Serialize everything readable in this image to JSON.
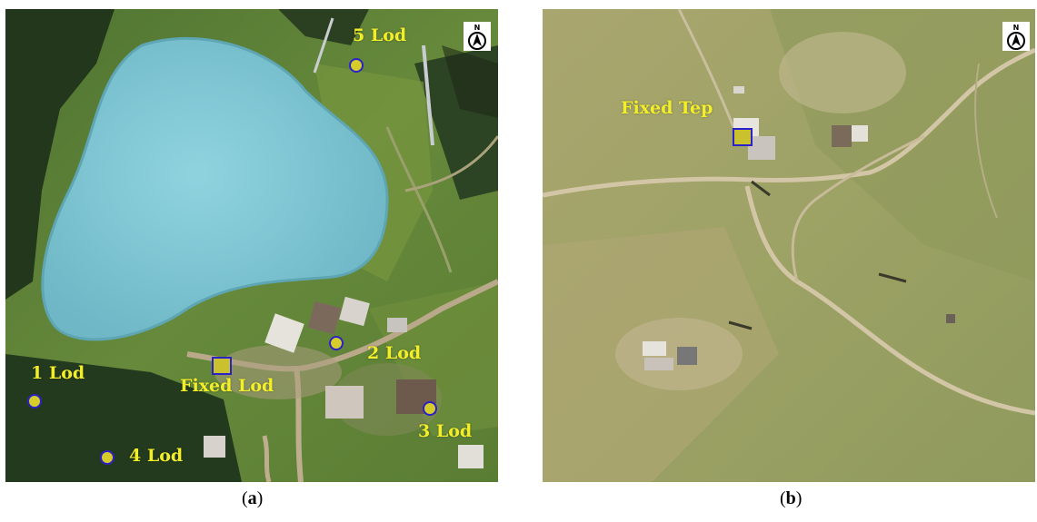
{
  "panels": [
    {
      "caption": {
        "open": "(",
        "letter": "a",
        "close": ")"
      },
      "markers": [
        {
          "label": "5 Lod"
        },
        {
          "label": "2 Lod"
        },
        {
          "label": "Fixed Lod"
        },
        {
          "label": "1 Lod"
        },
        {
          "label": "3 Lod"
        },
        {
          "label": "4 Lod"
        }
      ]
    },
    {
      "caption": {
        "open": "(",
        "letter": "b",
        "close": ")"
      },
      "markers": [
        {
          "label": "Fixed Tep"
        }
      ]
    }
  ],
  "north_arrow": {
    "letter": "N",
    "icon": "north-arrow-icon"
  },
  "colors": {
    "marker_fill": "#d6cd2b",
    "marker_border": "#2a22c8",
    "label_text": "#f2ee2a",
    "lake": "#7ec8d6"
  }
}
